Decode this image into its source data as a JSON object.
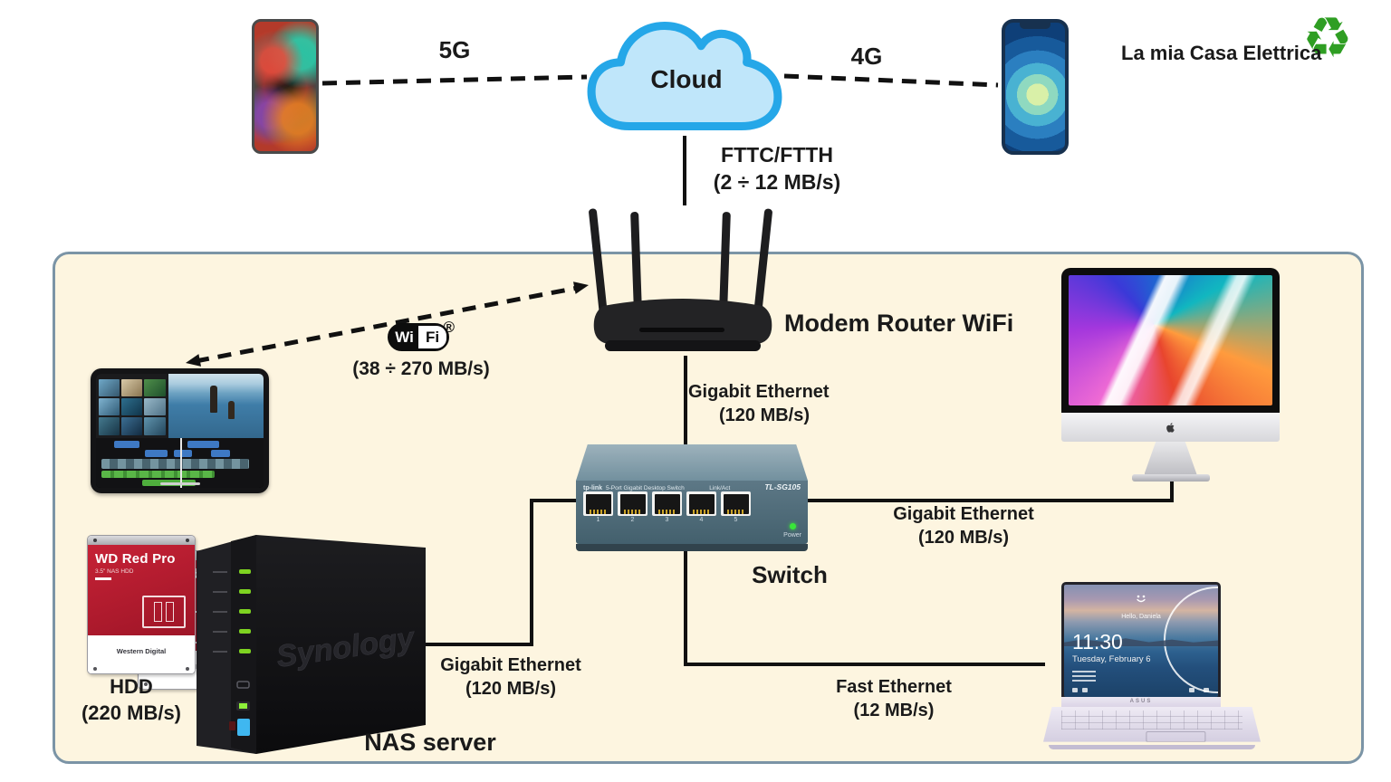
{
  "colors": {
    "panel_bg": "#fdf5e0",
    "panel_border": "#7b94a6",
    "line": "#111111",
    "label": "#1a1a1a",
    "cloud_fill": "#bfe6fa",
    "cloud_stroke": "#25a7e8",
    "recycle_green": "#2f9e23",
    "led_green": "#7ed321",
    "hdd_red": "#b81c2e"
  },
  "brand": {
    "title": "La mia Casa Elettrica"
  },
  "wan": {
    "label_5g": "5G",
    "label_4g": "4G",
    "cloud": "Cloud",
    "fttc_line1": "FTTC/FTTH",
    "fttc_line2": "(2 ÷ 12 MB/s)"
  },
  "router": {
    "label": "Modem Router WiFi"
  },
  "wifi": {
    "logo_wi": "Wi",
    "logo_fi": "Fi",
    "reg": "®",
    "speed": "(38 ÷ 270 MB/s)"
  },
  "links": {
    "router_switch": {
      "line1": "Gigabit Ethernet",
      "line2": "(120 MB/s)"
    },
    "switch_imac": {
      "line1": "Gigabit Ethernet",
      "line2": "(120 MB/s)"
    },
    "nas_switch": {
      "line1": "Gigabit Ethernet",
      "line2": "(120 MB/s)"
    },
    "switch_laptop": {
      "line1": "Fast Ethernet",
      "line2": "(12 MB/s)"
    }
  },
  "switch": {
    "label": "Switch",
    "brand": "tp-link",
    "desc": "5-Port Gigabit Desktop Switch",
    "model": "TL-SG105",
    "link_act": "Link/Act",
    "power": "Power",
    "ports": [
      "1",
      "2",
      "3",
      "4",
      "5"
    ]
  },
  "nas": {
    "label": "NAS server",
    "brand": "Synology"
  },
  "hdd": {
    "label_line1": "HDD",
    "label_line2": "(220 MB/s)",
    "model": "WD Red Pro",
    "sub": "3.5\" NAS HDD",
    "maker": "Western Digital"
  },
  "laptop": {
    "time": "11:30",
    "date": "Tuesday, February 6",
    "greeting": "Hello, Daniela",
    "brand": "ASUS"
  }
}
